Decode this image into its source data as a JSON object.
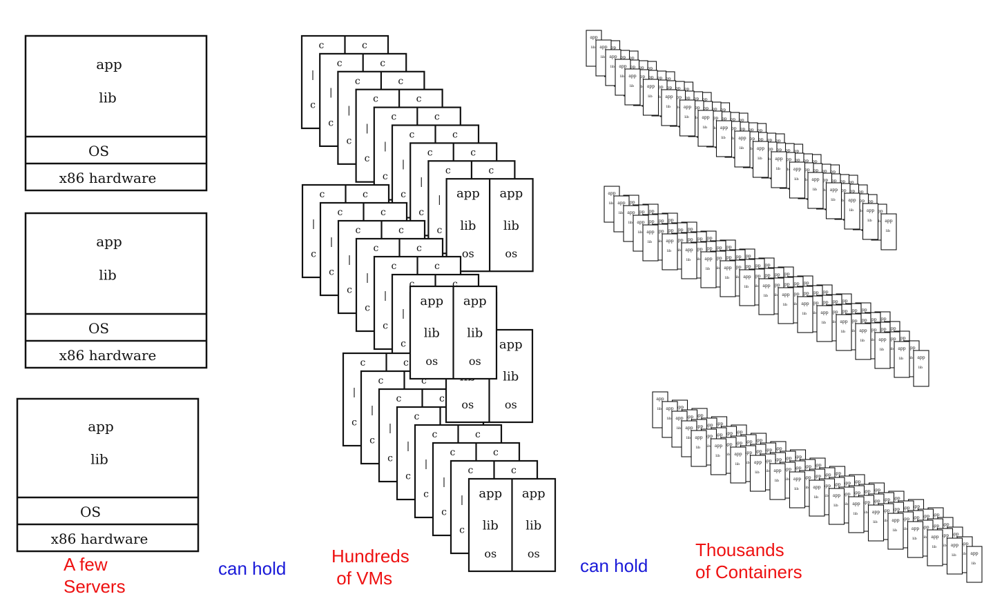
{
  "colors": {
    "caption_red": "#ee1111",
    "caption_blue": "#1a1ad8",
    "ink": "#111111"
  },
  "server": {
    "app": "app",
    "lib": "lib",
    "os": "OS",
    "hardware": "x86 hardware"
  },
  "vm": {
    "app": "app",
    "lib": "lib",
    "os": "os"
  },
  "container": {
    "app": "app",
    "lib": "lib"
  },
  "captions": {
    "few_servers": "A few\nServers",
    "can_hold_1": "can hold",
    "hundreds_vms": "Hundreds\n of VMs",
    "can_hold_2": "can hold",
    "thousands_containers": "Thousands\nof Containers"
  }
}
